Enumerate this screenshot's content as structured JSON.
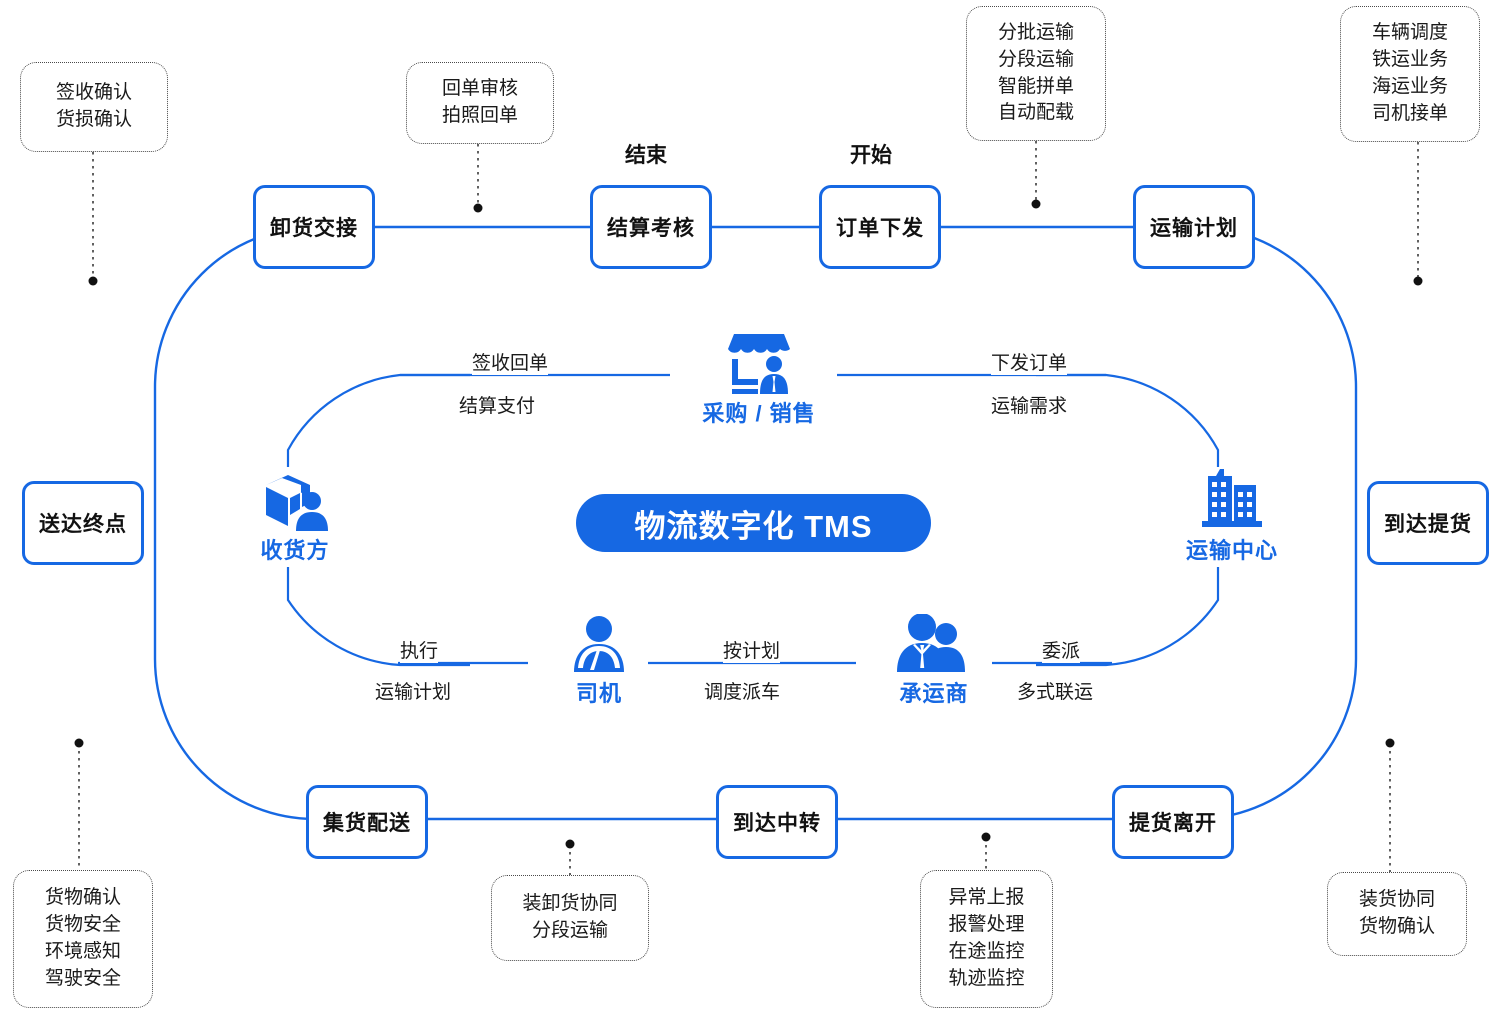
{
  "center": {
    "title": "物流数字化 TMS",
    "accent": "#1668e3",
    "text_color": "#111111"
  },
  "captions": {
    "end": "结束",
    "start": "开始"
  },
  "process_nodes": [
    {
      "id": "unload-handover",
      "label": "卸货交接"
    },
    {
      "id": "settlement-review",
      "label": "结算考核"
    },
    {
      "id": "order-dispatch",
      "label": "订单下发"
    },
    {
      "id": "transport-plan",
      "label": "运输计划"
    },
    {
      "id": "delivery-endpoint",
      "label": "送达终点"
    },
    {
      "id": "arrival-pickup",
      "label": "到达提货"
    },
    {
      "id": "consolidate-deliver",
      "label": "集货配送"
    },
    {
      "id": "arrive-transfer",
      "label": "到达中转"
    },
    {
      "id": "pickup-depart",
      "label": "提货离开"
    }
  ],
  "callouts": [
    {
      "id": "signoff",
      "lines": [
        "签收确认",
        "货损确认"
      ]
    },
    {
      "id": "receipt",
      "lines": [
        "回单审核",
        "拍照回单"
      ]
    },
    {
      "id": "batching",
      "lines": [
        "分批运输",
        "分段运输",
        "智能拼单",
        "自动配载"
      ]
    },
    {
      "id": "dispatch",
      "lines": [
        "车辆调度",
        "铁运业务",
        "海运业务",
        "司机接单"
      ]
    },
    {
      "id": "cargo-safe",
      "lines": [
        "货物确认",
        "货物安全",
        "环境感知",
        "驾驶安全"
      ]
    },
    {
      "id": "loadunload",
      "lines": [
        "装卸货协同",
        "分段运输"
      ]
    },
    {
      "id": "exception",
      "lines": [
        "异常上报",
        "报警处理",
        "在途监控",
        "轨迹监控"
      ]
    },
    {
      "id": "loading",
      "lines": [
        "装货协同",
        "货物确认"
      ]
    }
  ],
  "actors": [
    {
      "id": "purchase-sales",
      "label": "采购 / 销售",
      "icon": "storefront-person-icon"
    },
    {
      "id": "consignee",
      "label": "收货方",
      "icon": "package-person-icon"
    },
    {
      "id": "transport-hub",
      "label": "运输中心",
      "icon": "buildings-icon"
    },
    {
      "id": "driver",
      "label": "司机",
      "icon": "driver-person-icon"
    },
    {
      "id": "carrier",
      "label": "承运商",
      "icon": "two-people-icon"
    }
  ],
  "relations": [
    {
      "id": "rel-sign-receipt",
      "top": "签收回单",
      "bottom": "结算支付"
    },
    {
      "id": "rel-issue-order",
      "top": "下发订单",
      "bottom": "运输需求"
    },
    {
      "id": "rel-execute",
      "top": "执行",
      "bottom": "运输计划"
    },
    {
      "id": "rel-by-plan",
      "top": "按计划",
      "bottom": "调度派车"
    },
    {
      "id": "rel-delegate",
      "top": "委派",
      "bottom": "多式联运"
    }
  ]
}
